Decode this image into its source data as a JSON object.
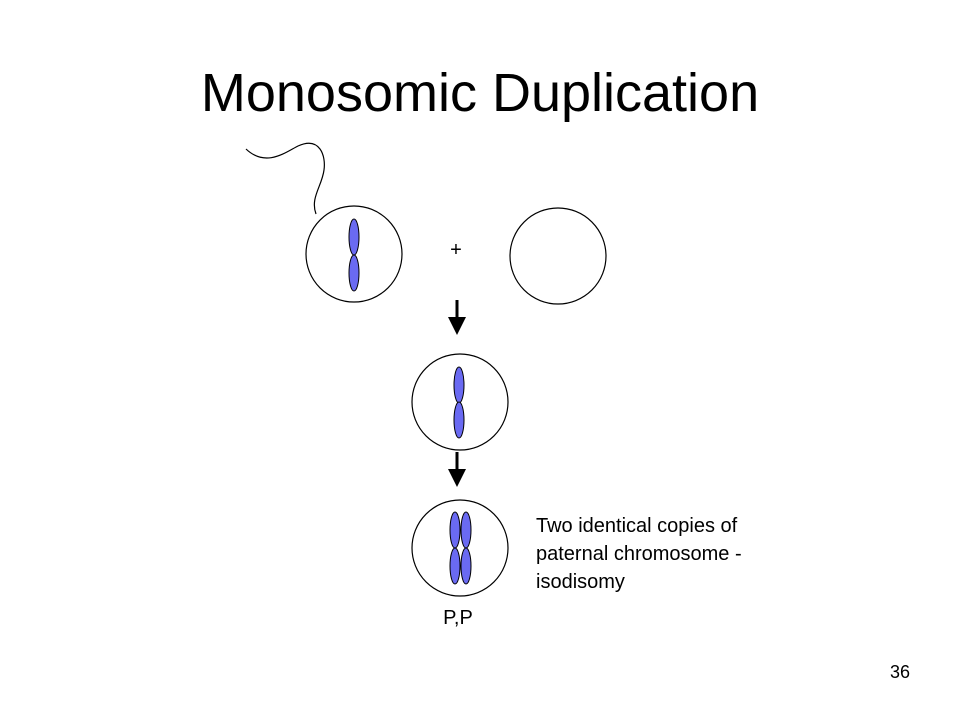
{
  "title": "Monosomic Duplication",
  "plus_sign": "+",
  "annotation": {
    "lines": [
      "Two identical copies of",
      "paternal chromosome -",
      "isodisomy"
    ]
  },
  "genotype_label": "P,P",
  "slide_number": "36",
  "colors": {
    "chromosome_fill": "#6a6af2",
    "outline": "#000000",
    "background": "#ffffff"
  }
}
